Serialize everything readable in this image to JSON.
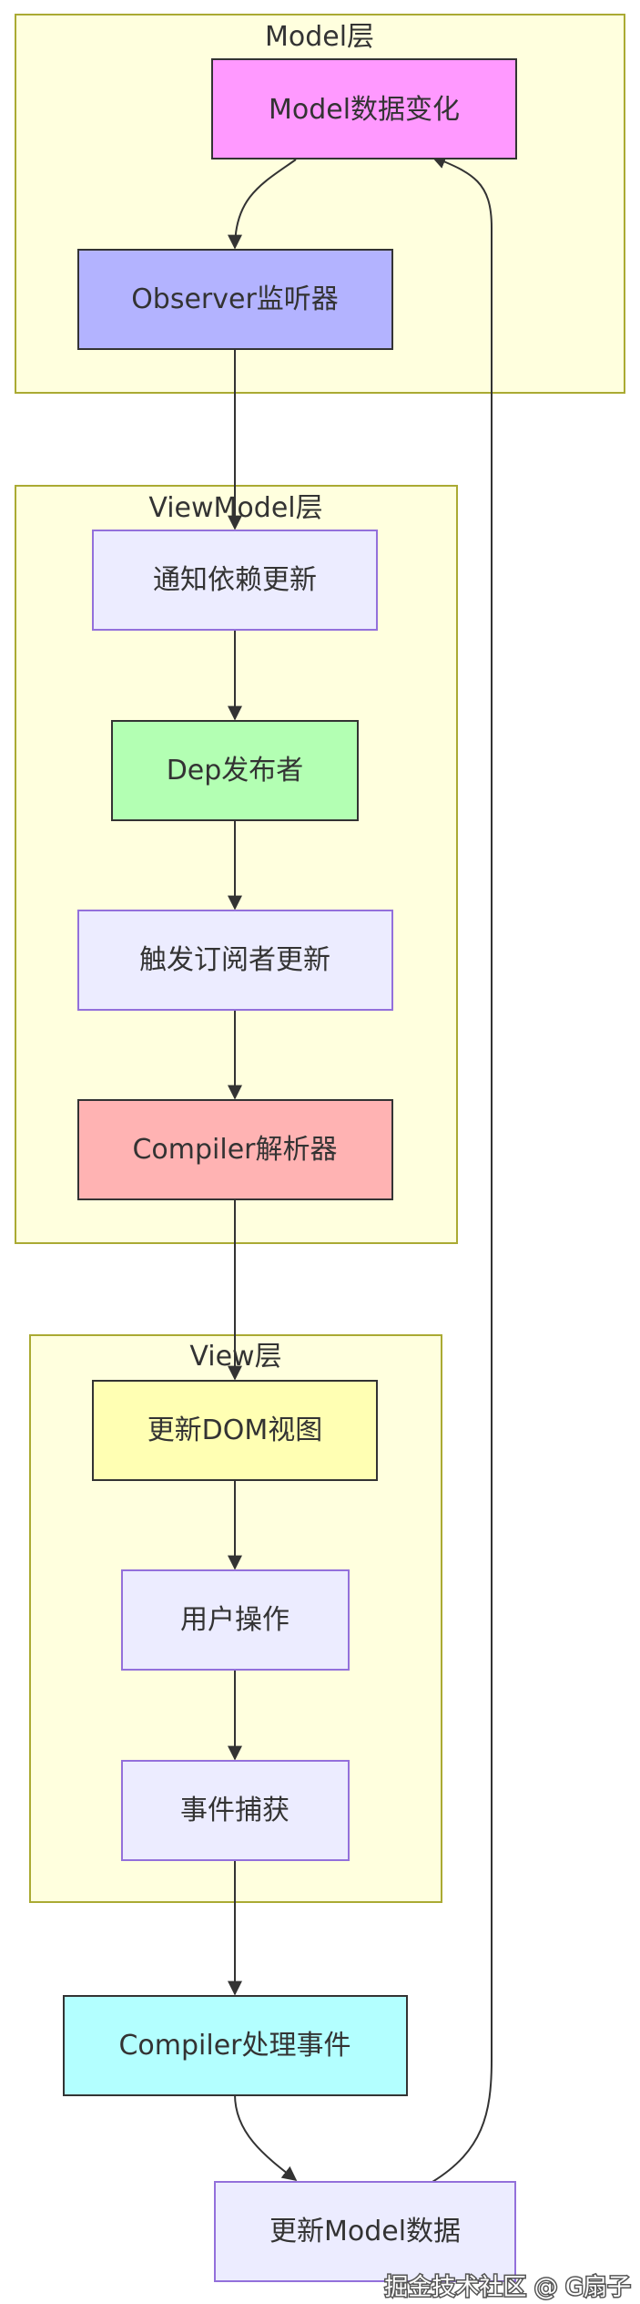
{
  "groups": {
    "model": {
      "title": "Model层",
      "fill": "#ffffde",
      "stroke": "#aaaa33"
    },
    "viewmodel": {
      "title": "ViewModel层",
      "fill": "#ffffde",
      "stroke": "#aaaa33"
    },
    "view": {
      "title": "View层",
      "fill": "#ffffde",
      "stroke": "#aaaa33"
    }
  },
  "nodes": {
    "model_change": {
      "label": "Model数据变化",
      "fill": "#ff99ff",
      "stroke": "#333333"
    },
    "observer": {
      "label": "Observer监听器",
      "fill": "#b3b3ff",
      "stroke": "#333333"
    },
    "notify": {
      "label": "通知依赖更新",
      "fill": "#ececff",
      "stroke": "#9370db"
    },
    "dep": {
      "label": "Dep发布者",
      "fill": "#b3ffb3",
      "stroke": "#333333"
    },
    "trigger": {
      "label": "触发订阅者更新",
      "fill": "#ececff",
      "stroke": "#9370db"
    },
    "compiler": {
      "label": "Compiler解析器",
      "fill": "#ffb3b3",
      "stroke": "#333333"
    },
    "update_dom": {
      "label": "更新DOM视图",
      "fill": "#ffffb3",
      "stroke": "#333333"
    },
    "user_op": {
      "label": "用户操作",
      "fill": "#ececff",
      "stroke": "#9370db"
    },
    "event_capture": {
      "label": "事件捕获",
      "fill": "#ececff",
      "stroke": "#9370db"
    },
    "compiler_event": {
      "label": "Compiler处理事件",
      "fill": "#b3ffff",
      "stroke": "#333333"
    },
    "update_model": {
      "label": "更新Model数据",
      "fill": "#ececff",
      "stroke": "#9370db"
    }
  },
  "edges": [
    {
      "from": "model_change",
      "to": "observer"
    },
    {
      "from": "observer",
      "to": "notify"
    },
    {
      "from": "notify",
      "to": "dep"
    },
    {
      "from": "dep",
      "to": "trigger"
    },
    {
      "from": "trigger",
      "to": "compiler"
    },
    {
      "from": "compiler",
      "to": "update_dom"
    },
    {
      "from": "update_dom",
      "to": "user_op"
    },
    {
      "from": "user_op",
      "to": "event_capture"
    },
    {
      "from": "event_capture",
      "to": "compiler_event"
    },
    {
      "from": "compiler_event",
      "to": "update_model"
    },
    {
      "from": "update_model",
      "to": "model_change"
    }
  ],
  "watermark": "掘金技术社区 @ G扇子",
  "colors": {
    "edge": "#333333"
  }
}
